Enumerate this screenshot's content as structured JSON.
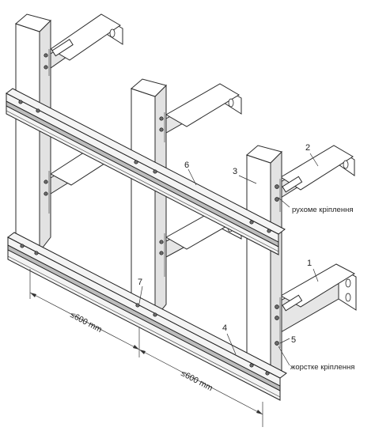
{
  "labels": {
    "n1": "1",
    "n2": "2",
    "n3": "3",
    "n4": "4",
    "n5": "5",
    "n6": "6",
    "n7": "7",
    "sliding": "рухоме кріплення",
    "rigid": "жорстке кріплення"
  },
  "dimensions": {
    "left": "≤600 mm",
    "right": "≤600 mm"
  }
}
